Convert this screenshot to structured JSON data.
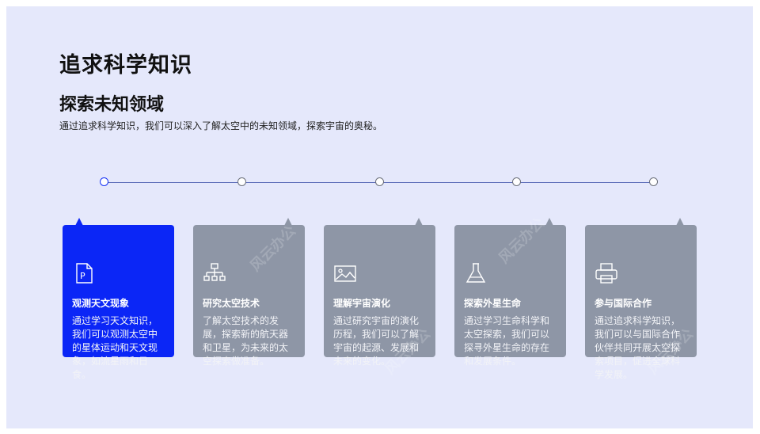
{
  "slide": {
    "title": "追求科学知识",
    "subtitle": "探索未知领域",
    "description": "通过追求科学知识，我们可以深入了解太空中的未知领域，探索宇宙的奥秘。"
  },
  "watermark": "风云办公",
  "cards": [
    {
      "icon": "document-p-icon",
      "title": "观测天文现象",
      "text": "通过学习天文知识，我们可以观测太空中的星体运动和天文现象，如流星雨和日食。"
    },
    {
      "icon": "hierarchy-icon",
      "title": "研究太空技术",
      "text": "了解太空技术的发展，探索新的航天器和卫星，为未来的太空探索做准备。"
    },
    {
      "icon": "image-icon",
      "title": "理解宇宙演化",
      "text": "通过研究宇宙的演化历程，我们可以了解宇宙的起源、发展和未来的变化。"
    },
    {
      "icon": "flask-icon",
      "title": "探索外星生命",
      "text": "通过学习生命科学和太空探索，我们可以探寻外星生命的存在和发展条件。"
    },
    {
      "icon": "printer-icon",
      "title": "参与国际合作",
      "text": "通过追求科学知识，我们可以与国际合作伙伴共同开展太空探索项目，促进全球科学发展。"
    }
  ],
  "colors": {
    "active": "#0b26f6",
    "inactive": "#8e96a6",
    "background": "#e5e8fb"
  }
}
